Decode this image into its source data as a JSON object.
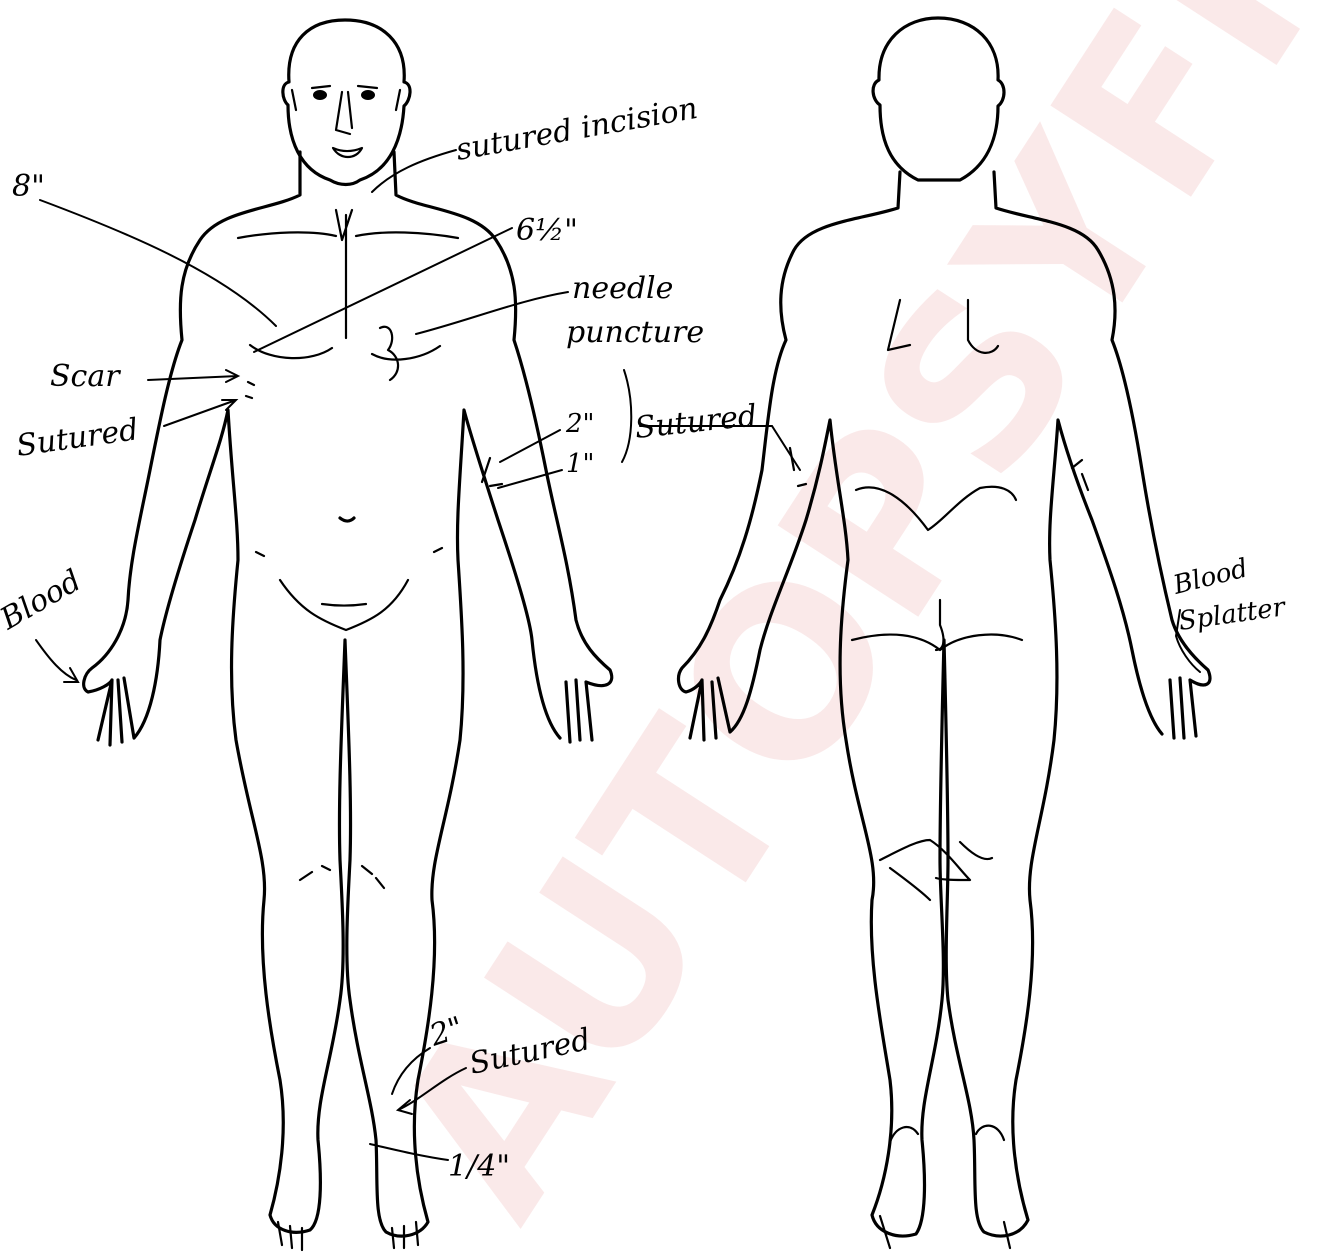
{
  "watermark": "AUTOPSYFILES.o",
  "annotations": {
    "sutured_incision": "sutured incision",
    "eight_inch": "8\"",
    "six_half_inch": "6½\"",
    "needle_puncture_1": "needle",
    "needle_puncture_2": "puncture",
    "scar": "Scar",
    "sutured_chest": "Sutured",
    "two_inch_arm": "2\"",
    "one_inch_arm": "1\"",
    "sutured_arm": "Sutured",
    "blood_left": "Blood",
    "blood_right_1": "Blood",
    "blood_right_2": "Splatter",
    "two_inch_leg": "2\"",
    "sutured_leg": "Sutured",
    "quarter_inch": "1/4\""
  },
  "colors": {
    "ink": "#000000",
    "watermark": "#e9a0a0",
    "paper": "#ffffff"
  }
}
